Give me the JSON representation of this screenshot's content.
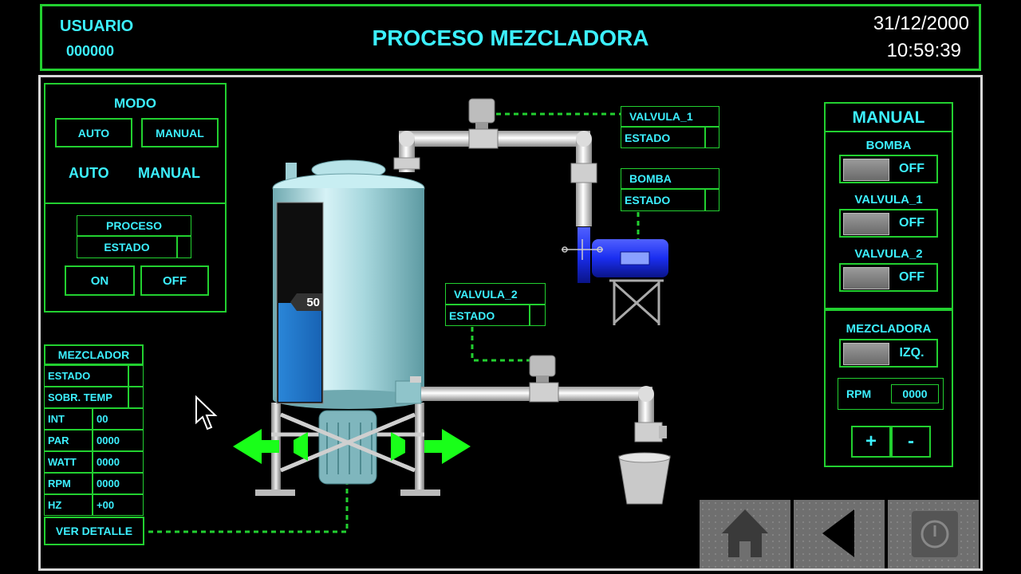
{
  "header": {
    "user_label": "USUARIO",
    "user_id": "000000",
    "title": "PROCESO MEZCLADORA",
    "date": "31/12/2000",
    "time": "10:59:39"
  },
  "modo_panel": {
    "title": "MODO",
    "auto_button": "AUTO",
    "manual_button": "MANUAL",
    "auto_indicator": "AUTO",
    "manual_indicator": "MANUAL",
    "proceso_title": "PROCESO",
    "proceso_estado": "ESTADO",
    "on_button": "ON",
    "off_button": "OFF"
  },
  "mezclador_panel": {
    "title": "MEZCLADOR",
    "estado": "ESTADO",
    "sobr_temp": "SOBR. TEMP",
    "rows": [
      {
        "label": "INT",
        "value": "00"
      },
      {
        "label": "PAR",
        "value": "0000"
      },
      {
        "label": "WATT",
        "value": "0000"
      },
      {
        "label": "RPM",
        "value": "0000"
      },
      {
        "label": "HZ",
        "value": "+00"
      }
    ],
    "detail_button": "VER DETALLE"
  },
  "process": {
    "tank_level": "50",
    "tank_level_fraction": 0.5,
    "valvula1": {
      "title": "VALVULA_1",
      "estado": "ESTADO"
    },
    "bomba": {
      "title": "BOMBA",
      "estado": "ESTADO"
    },
    "valvula2": {
      "title": "VALVULA_2",
      "estado": "ESTADO"
    }
  },
  "manual_panel": {
    "title": "MANUAL",
    "bomba_label": "BOMBA",
    "bomba_state": "OFF",
    "valvula1_label": "VALVULA_1",
    "valvula1_state": "OFF",
    "valvula2_label": "VALVULA_2",
    "valvula2_state": "OFF",
    "mezcladora_label": "MEZCLADORA",
    "mezcladora_state": "IZQ.",
    "rpm_label": "RPM",
    "rpm_value": "0000",
    "plus": "+",
    "minus": "-"
  },
  "nav": {
    "icons": [
      "home-icon",
      "back-icon",
      "power-icon"
    ]
  },
  "colors": {
    "accent_text": "#3cf0ff",
    "frame_green": "#22d030",
    "arrow_green": "#19ff19",
    "pump_blue": "#1a2ef0",
    "liquid_blue": "#1e7fd8"
  }
}
